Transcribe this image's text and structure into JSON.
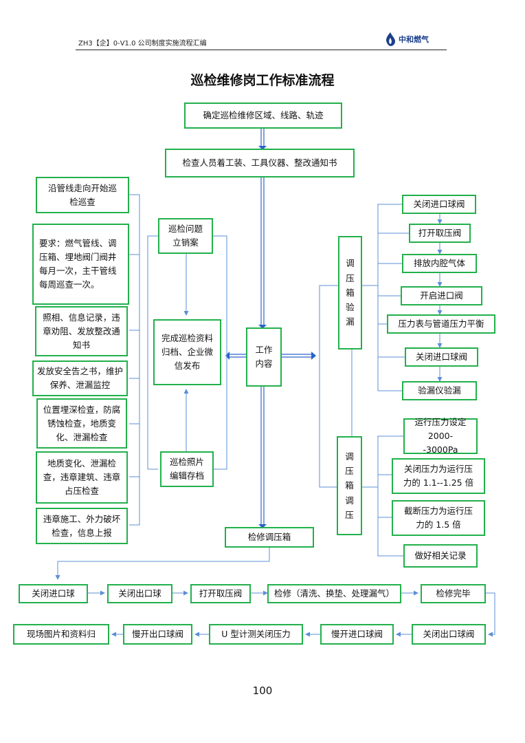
{
  "header": {
    "doc_code": "ZH3【企】0-V1.0 公司制度实施流程汇编",
    "brand": "中和燃气"
  },
  "title": "巡检维修岗工作标准流程",
  "main_flow": {
    "step1": "确定巡检维修区域、线路、轨迹",
    "step2": "检查人员着工装、工具仪器、整改通知书",
    "center": "工作内容",
    "repair": "检修调压箱"
  },
  "middle": {
    "problem": "巡检问题立销案",
    "complete": "完成巡检资料归档、企业微信发布",
    "photos": "巡检照片编辑存档"
  },
  "left_items": [
    "沿管线走向开始巡检巡查",
    "要求：燃气管线、调压箱、埋地阀门阀井每月一次，主干管线每周巡查一次。",
    "照相、信息记录，违章劝阻、发放整改通知书",
    "发放安全告之书，维护保养、泄漏监控",
    "位置埋深检查，防腐锈蚀检查，地质变化、泄漏检查",
    "地质变化、泄漏检查，违章建筑、违章占压检查",
    "违章施工、外力破坏检查，信息上报"
  ],
  "leak_test": {
    "label": "调压箱验漏",
    "steps": [
      "关闭进口球阀",
      "打开取压阀",
      "排放内腔气体",
      "开启进口阀",
      "压力表与管道压力平衡",
      "关闭进口球阀",
      "验漏仪验漏"
    ]
  },
  "pressure_adjust": {
    "label": "调压箱调压",
    "steps": [
      "运行压力设定2000--3000Pa",
      "关闭压力为运行压力的 1.1--1.25 倍",
      "截断压力为运行压力的 1.5 倍",
      "做好相关记录"
    ]
  },
  "repair_row1": [
    "关闭进口球",
    "关闭出口球",
    "打开取压阀",
    "检修（清洗、换垫、处理漏气）",
    "检修完毕"
  ],
  "repair_row2": [
    "关闭出口球阀",
    "慢开进口球阀",
    "U 型计测关闭压力",
    "慢开出口球阀",
    "现场图片和资料归"
  ],
  "page_number": "100",
  "colors": {
    "box_border": "#21b04b",
    "connector": "#5b8fd6",
    "arrow": "#2a63c9"
  }
}
